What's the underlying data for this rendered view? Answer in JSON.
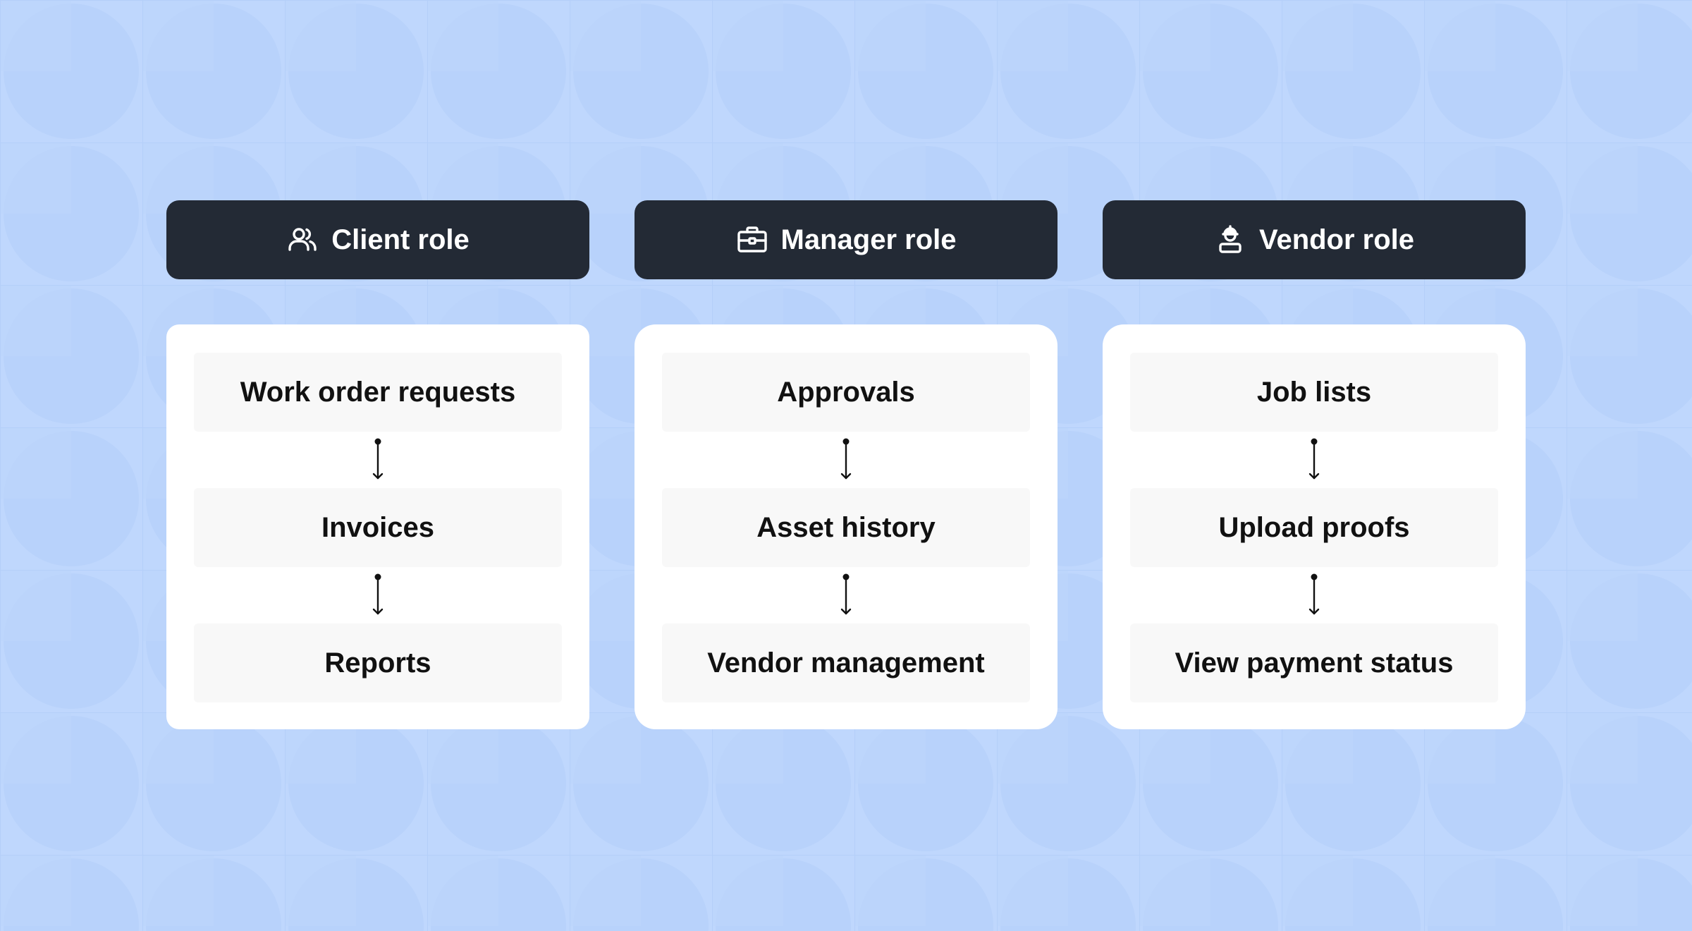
{
  "colors": {
    "background": "#bfd7fd",
    "header_bg": "#232a35",
    "header_text": "#ffffff",
    "card_bg": "#ffffff",
    "item_bg": "#f8f8f8",
    "item_text": "#111111"
  },
  "roles": [
    {
      "title": "Client role",
      "icon": "users-icon",
      "items": [
        "Work order requests",
        "Invoices",
        "Reports"
      ]
    },
    {
      "title": "Manager role",
      "icon": "briefcase-icon",
      "items": [
        "Approvals",
        "Asset history",
        "Vendor management"
      ]
    },
    {
      "title": "Vendor role",
      "icon": "worker-icon",
      "items": [
        "Job lists",
        "Upload proofs",
        "View payment status"
      ]
    }
  ]
}
